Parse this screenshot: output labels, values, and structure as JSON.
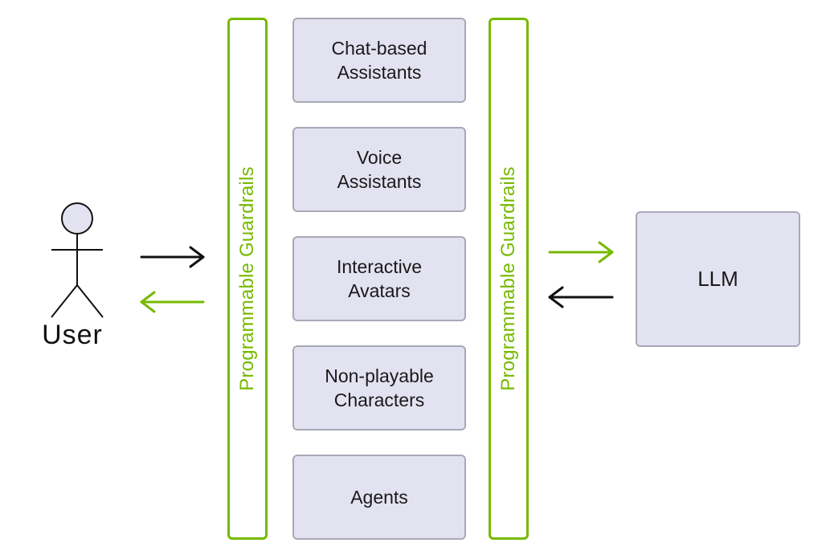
{
  "user": {
    "label": "User"
  },
  "guardrails": {
    "left_label": "Programmable Guardrails",
    "right_label": "Programmable Guardrails"
  },
  "applications": [
    {
      "label": "Chat-based\nAssistants"
    },
    {
      "label": "Voice\nAssistants"
    },
    {
      "label": "Interactive\nAvatars"
    },
    {
      "label": "Non-playable\nCharacters"
    },
    {
      "label": "Agents"
    }
  ],
  "llm": {
    "label": "LLM"
  },
  "colors": {
    "guardrail_green": "#76b900",
    "box_fill": "#e3e2f1",
    "box_border": "#a9a8b8",
    "forward_arrow_user": "#111111",
    "return_arrow_user": "#76b900",
    "forward_arrow_llm": "#76b900",
    "return_arrow_llm": "#111111"
  },
  "icons": {
    "user": "stick-figure-icon",
    "arrows": [
      "right-arrow-icon",
      "left-arrow-icon"
    ]
  }
}
